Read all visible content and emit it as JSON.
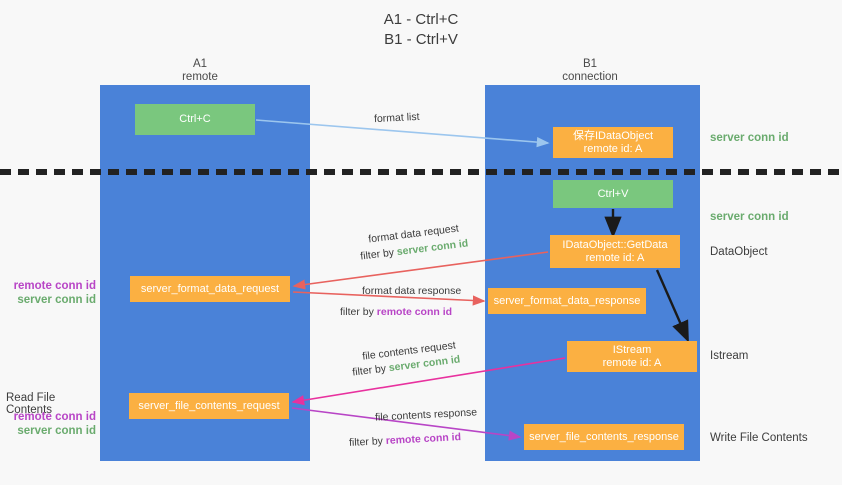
{
  "title": "A1 - Ctrl+C\nB1 - Ctrl+V",
  "columns": {
    "left": {
      "name": "A1",
      "role": "remote",
      "label": "A1\nremote"
    },
    "right": {
      "name": "B1",
      "role": "connection",
      "label": "B1\nconnection"
    }
  },
  "colors": {
    "lane_blue": "#4a82d8",
    "box_green": "#7ac77e",
    "box_orange": "#fbb042",
    "server_conn_green": "#6aab6e",
    "remote_conn_purple": "#b845c6",
    "arrow_light_blue": "#9cc6ee",
    "arrow_red": "#e8625e",
    "arrow_magenta": "#e8319e",
    "arrow_purple": "#b845c6",
    "arrow_black": "#1a1a1a",
    "background": "#f8f8f8"
  },
  "boxes": {
    "ctrl_c": "Ctrl+C",
    "save_idataobject": "保存IDataObject\nremote id: A",
    "ctrl_v": "Ctrl+V",
    "getdata": "IDataObject::GetData\nremote id: A",
    "format_data_request": "server_format_data_request",
    "format_data_response": "server_format_data_response",
    "istream": "IStream\nremote id: A",
    "file_contents_request": "server_file_contents_request",
    "file_contents_response": "server_file_contents_response"
  },
  "right_notes": {
    "server_conn_id_top": "server conn id",
    "server_conn_id_mid": "server conn id",
    "dataobject": "DataObject",
    "istream": "Istream",
    "write_file_contents": "Write File Contents"
  },
  "left_notes": {
    "read_file_contents": "Read File Contents",
    "remote_conn_id": "remote conn id",
    "server_conn_id": "server conn id"
  },
  "middle_labels": {
    "format_list": "format list",
    "format_data_request": "format data request",
    "format_data_request_filter_prefix": "filter by ",
    "format_data_request_filter_value": "server conn id",
    "format_data_response": "format data response",
    "format_data_response_filter_prefix": "filter by ",
    "format_data_response_filter_value": "remote conn id",
    "file_contents_request": "file contents request",
    "file_contents_request_filter_prefix": "filter by ",
    "file_contents_request_filter_value": "server conn id",
    "file_contents_response": "file contents response",
    "file_contents_response_filter_prefix": "filter by ",
    "file_contents_response_filter_value": "remote conn id"
  }
}
